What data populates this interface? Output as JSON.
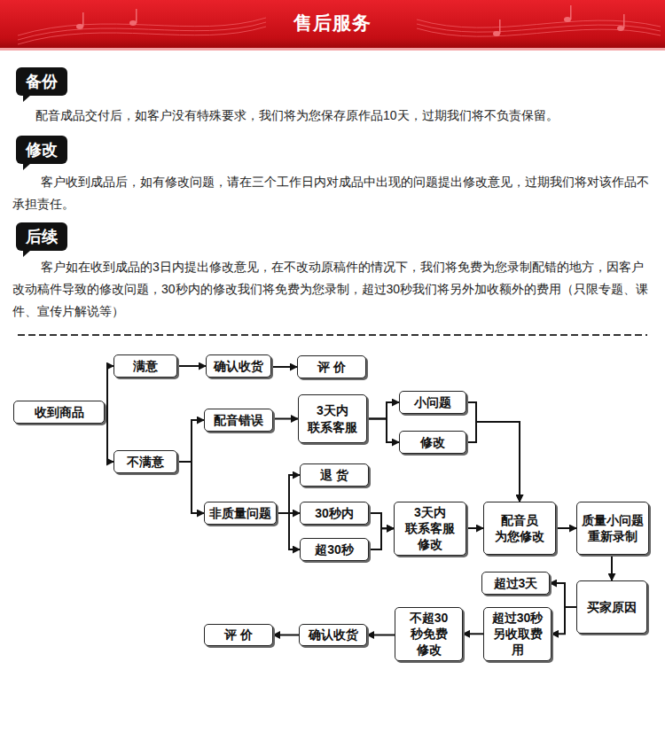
{
  "diagram": {
    "title": "售后服务",
    "nodes": [
      {
        "text": [
          "备份"
        ]
      },
      {
        "text": [
          "修改"
        ]
      },
      {
        "text": [
          "后续"
        ]
      },
      {
        "text": [
          "收到商品"
        ]
      },
      {
        "text": [
          "满意"
        ]
      },
      {
        "text": [
          "确认收货"
        ]
      },
      {
        "text": [
          "评 价"
        ]
      },
      {
        "text": [
          "不满意"
        ]
      },
      {
        "text": [
          "配音错误"
        ]
      },
      {
        "text": [
          "3天内 联系客服"
        ]
      },
      {
        "text": [
          "小问题"
        ]
      },
      {
        "text": [
          "修改"
        ]
      },
      {
        "text": [
          "非质量问题"
        ]
      },
      {
        "text": [
          "退 货"
        ]
      },
      {
        "text": [
          "30秒内"
        ]
      },
      {
        "text": [
          "超30秒"
        ]
      },
      {
        "text": [
          "3天内 联系客服 修改"
        ]
      },
      {
        "text": [
          "配音员 为您修改"
        ]
      },
      {
        "text": [
          "质量小问题 重新录制"
        ]
      },
      {
        "text": [
          "超过3天"
        ]
      },
      {
        "text": [
          "买家原因"
        ]
      },
      {
        "text": [
          "超过30秒 另收取费 用"
        ]
      },
      {
        "text": [
          "不超30 秒免费 修改"
        ]
      },
      {
        "text": [
          "确认收货"
        ]
      },
      {
        "text": [
          "评 价"
        ]
      }
    ],
    "edges": [
      {
        "from": 3,
        "to": 4,
        "arrow": "to"
      },
      {
        "from": 3,
        "to": 7,
        "arrow": "to"
      },
      {
        "from": 4,
        "to": 5,
        "arrow": "to"
      },
      {
        "from": 5,
        "to": 6,
        "arrow": "to"
      },
      {
        "from": 7,
        "to": 8,
        "arrow": "to"
      },
      {
        "from": 7,
        "to": 12,
        "arrow": "to"
      },
      {
        "from": 8,
        "to": 9,
        "arrow": "to"
      },
      {
        "from": 9,
        "to": 10,
        "arrow": "to"
      },
      {
        "from": 9,
        "to": 11,
        "arrow": "to"
      },
      {
        "from": 10,
        "to": 17,
        "arrow": "to"
      },
      {
        "from": 11,
        "to": 17,
        "arrow": "to"
      },
      {
        "from": 12,
        "to": 13,
        "arrow": "to"
      },
      {
        "from": 12,
        "to": 14,
        "arrow": "to"
      },
      {
        "from": 12,
        "to": 15,
        "arrow": "to"
      },
      {
        "from": 14,
        "to": 16,
        "arrow": "to"
      },
      {
        "from": 15,
        "to": 16,
        "arrow": "to"
      },
      {
        "from": 16,
        "to": 17,
        "arrow": "to"
      },
      {
        "from": 17,
        "to": 18,
        "arrow": "to"
      },
      {
        "from": 18,
        "to": 20,
        "arrow": "to"
      },
      {
        "from": 20,
        "to": 19,
        "arrow": "to"
      },
      {
        "from": 20,
        "to": 21,
        "arrow": "to"
      },
      {
        "from": 21,
        "to": 22,
        "arrow": "to"
      },
      {
        "from": 22,
        "to": 23,
        "arrow": "to"
      },
      {
        "from": 23,
        "to": 24,
        "arrow": "to"
      }
    ],
    "labels": [
      "配音成品交付后，如客户没有特殊要求，我们将为您保存原作品10天，过期我们将不负责保留。",
      "客户收到成品后，如有修改问题，请在三个工作日内对成品中出现的问题提出修改意见，过期我们将对该作品不承担责任。",
      "客户如在收到成品的3日内提出修改意见，在不改动原稿件的情况下，我们将免费为您录制配错的地方，因客户改动稿件导致的修改问题，30秒内的修改我们将免费为您录制，超过30秒我们将另外加收额外的费用（只限专题、课件、宣传片解说等）"
    ]
  }
}
